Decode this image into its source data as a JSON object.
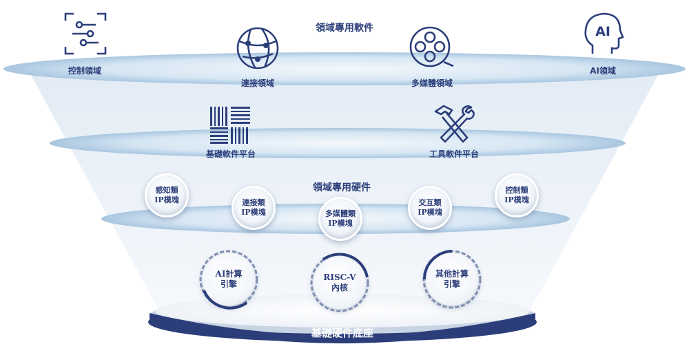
{
  "domain_software": {
    "title": "領域專用軟件",
    "items": [
      {
        "label": "控制領域",
        "icon": "control-sliders-icon"
      },
      {
        "label": "連接領域",
        "icon": "globe-network-icon"
      },
      {
        "label": "多媒體領域",
        "icon": "film-reel-icon"
      },
      {
        "label": "AI領域",
        "icon": "ai-head-icon"
      }
    ]
  },
  "platforms": {
    "items": [
      {
        "label": "基礎軟件平台",
        "icon": "barcode-grid-icon"
      },
      {
        "label": "工具軟件平台",
        "icon": "hammer-wrench-icon"
      }
    ]
  },
  "domain_hardware": {
    "title": "領域專用硬件",
    "modules": [
      {
        "line1": "感知類",
        "line2": "IP模塊"
      },
      {
        "line1": "連接類",
        "line2": "IP模塊"
      },
      {
        "line1": "多媒體類",
        "line2": "IP模塊"
      },
      {
        "line1": "交互類",
        "line2": "IP模塊"
      },
      {
        "line1": "控制類",
        "line2": "IP模塊"
      }
    ]
  },
  "engines": [
    {
      "line1": "AI計算",
      "line2": "引擎"
    },
    {
      "line1": "RISC-V",
      "line2": "內核"
    },
    {
      "line1": "其他計算",
      "line2": "引擎"
    }
  ],
  "base": {
    "label": "基礎硬件底座"
  },
  "colors": {
    "primary": "#2c3e7a",
    "layer": "#b9d3ea",
    "base_band": "#2c3e7a"
  }
}
